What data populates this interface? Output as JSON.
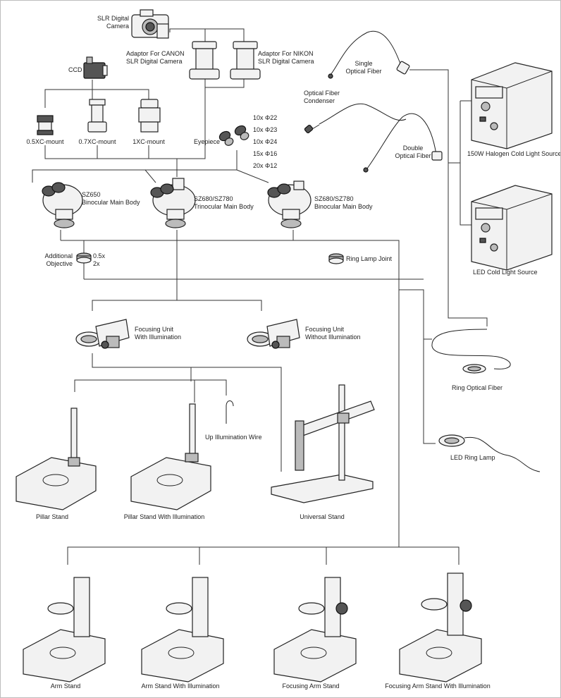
{
  "labels": {
    "slr_camera": "SLR Digital\nCamera",
    "adaptor_canon": "Adaptor For CANON\nSLR Digital Camera",
    "adaptor_nikon": "Adaptor For NIKON\nSLR Digital Camera",
    "ccd": "CCD",
    "mount_05": "0.5XC-mount",
    "mount_07": "0.7XC-mount",
    "mount_1": "1XC-mount",
    "eyepiece": "Eyepiece",
    "eyepiece_specs": [
      "10x Φ22",
      "10x Φ23",
      "10x Φ24",
      "15x Φ16",
      "20x Φ12"
    ],
    "single_fiber": "Single\nOptical Fiber",
    "fiber_condenser": "Optical Fiber\nCondenser",
    "double_fiber": "Double\nOptical Fiber",
    "halogen_source": "150W Halogen Cold Light Source",
    "led_source": "LED Cold Light Source",
    "body_sz650": "SZ650\nBinocular Main Body",
    "body_trinocular": "SZ680/SZ780\nTrinocular Main Body",
    "body_binocular": "SZ680/SZ780\nBinocular Main Body",
    "additional_objective": "Additional\nObjective",
    "objective_options": "0.5x\n2x",
    "ring_lamp_joint": "Ring Lamp Joint",
    "focus_with_illum": "Focusing Unit\nWith Illumination",
    "focus_without_illum": "Focusing Unit\nWithout Illumination",
    "ring_optical_fiber": "Ring Optical Fiber",
    "up_illum_wire": "Up Illumination Wire",
    "led_ring_lamp": "LED Ring Lamp",
    "pillar_stand": "Pillar Stand",
    "pillar_stand_illum": "Pillar Stand With Illumination",
    "universal_stand": "Universal Stand",
    "arm_stand": "Arm Stand",
    "arm_stand_illum": "Arm Stand With Illumination",
    "focusing_arm_stand": "Focusing Arm Stand",
    "focusing_arm_stand_illum": "Focusing Arm Stand With Illumination"
  }
}
